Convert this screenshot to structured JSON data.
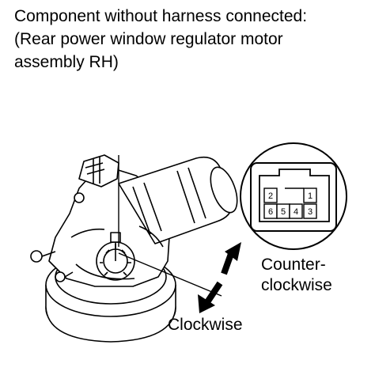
{
  "caption": {
    "line1": "Component without harness connected:",
    "line2": "(Rear power window regulator motor",
    "line3": "assembly RH)"
  },
  "labels": {
    "counterclockwise_line1": "Counter-",
    "counterclockwise_line2": "clockwise",
    "clockwise": "Clockwise"
  },
  "connector": {
    "top_row": [
      "2",
      "1"
    ],
    "bottom_row": [
      "6",
      "5",
      "4",
      "3"
    ]
  }
}
